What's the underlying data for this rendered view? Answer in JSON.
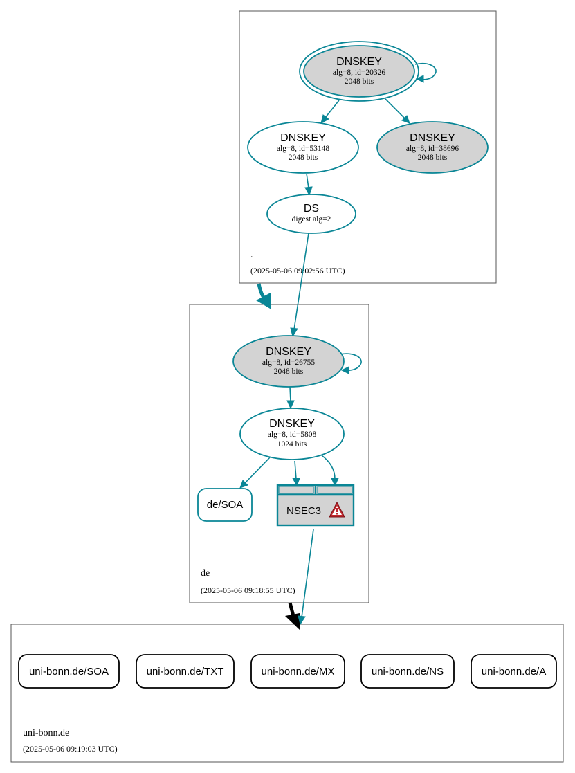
{
  "zones": {
    "root": {
      "name": ".",
      "timestamp": "(2025-05-06 09:02:56 UTC)"
    },
    "de": {
      "name": "de",
      "timestamp": "(2025-05-06 09:18:55 UTC)"
    },
    "uni_bonn": {
      "name": "uni-bonn.de",
      "timestamp": "(2025-05-06 09:19:03 UTC)"
    }
  },
  "nodes": {
    "root_ksk": {
      "title": "DNSKEY",
      "line1": "alg=8, id=20326",
      "line2": "2048 bits"
    },
    "root_zsk": {
      "title": "DNSKEY",
      "line1": "alg=8, id=53148",
      "line2": "2048 bits"
    },
    "root_key3": {
      "title": "DNSKEY",
      "line1": "alg=8, id=38696",
      "line2": "2048 bits"
    },
    "root_ds": {
      "title": "DS",
      "line1": "digest alg=2"
    },
    "de_ksk": {
      "title": "DNSKEY",
      "line1": "alg=8, id=26755",
      "line2": "2048 bits"
    },
    "de_zsk": {
      "title": "DNSKEY",
      "line1": "alg=8, id=5808",
      "line2": "1024 bits"
    },
    "de_soa": {
      "label": "de/SOA"
    },
    "de_nsec3": {
      "label": "NSEC3"
    }
  },
  "records": [
    "uni-bonn.de/SOA",
    "uni-bonn.de/TXT",
    "uni-bonn.de/MX",
    "uni-bonn.de/NS",
    "uni-bonn.de/A"
  ],
  "colors": {
    "edge": "#0a8696",
    "node_fill_grey": "#d3d3d3",
    "warning_icon": "#c0272d",
    "insecure_delegation": "#000000"
  }
}
